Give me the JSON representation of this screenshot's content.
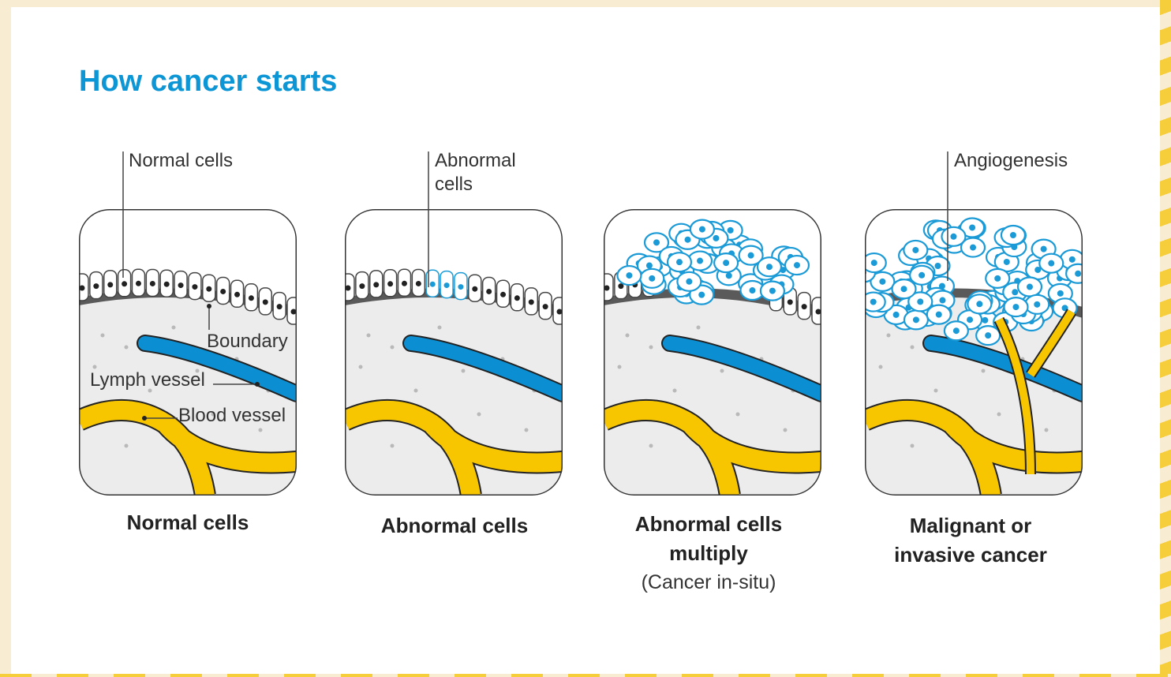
{
  "title": "How cancer starts",
  "callouts": {
    "normal_cells": "Normal cells",
    "abnormal_cells_1": "Abnormal",
    "abnormal_cells_2": "cells",
    "angiogenesis": "Angiogenesis",
    "boundary": "Boundary",
    "lymph_vessel": "Lymph vessel",
    "blood_vessel": "Blood vessel"
  },
  "panels": [
    {
      "caption": [
        "Normal cells"
      ],
      "sub": ""
    },
    {
      "caption": [
        "Abnormal cells"
      ],
      "sub": ""
    },
    {
      "caption": [
        "Abnormal cells",
        "multiply"
      ],
      "sub": "(Cancer in-situ)"
    },
    {
      "caption": [
        "Malignant or",
        "invasive cancer"
      ],
      "sub": ""
    }
  ],
  "colors": {
    "title": "#0d96d6",
    "lymph": "#0b8fd2",
    "blood": "#f7c600",
    "boundary": "#5a5a5a",
    "tissue": "#ececec",
    "abnormal": "#1a9ad6"
  }
}
